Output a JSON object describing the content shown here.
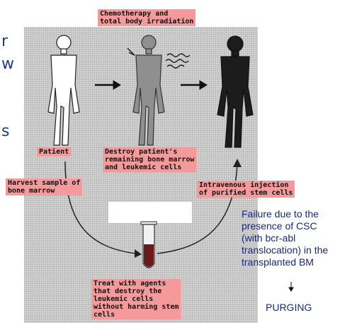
{
  "left_fragments": [
    "r",
    "w",
    "s"
  ],
  "labels": {
    "chemo": [
      "Chemotherapy and",
      "total body irradiation"
    ],
    "patient": "Patient",
    "destroy": [
      "Destroy patient's",
      "remaining bone marrow",
      "and leukemic cells"
    ],
    "harvest": [
      "Harvest sample of",
      "bone marrow"
    ],
    "inject": [
      "Intravenous injection",
      "of purified stem cells"
    ],
    "treat": [
      "Treat with agents",
      "that destroy the",
      "leukemic cells",
      "without harming stem",
      "cells"
    ]
  },
  "failure_note": [
    "Failure due to the",
    "presence of CSC",
    "(with bcr-abl",
    "translocation) in the",
    "transplanted BM"
  ],
  "purging": "PURGING",
  "colors": {
    "label_bg": "#f49a9a",
    "note_text": "#1a2a7a",
    "fragment_text": "#1f3b8c"
  }
}
